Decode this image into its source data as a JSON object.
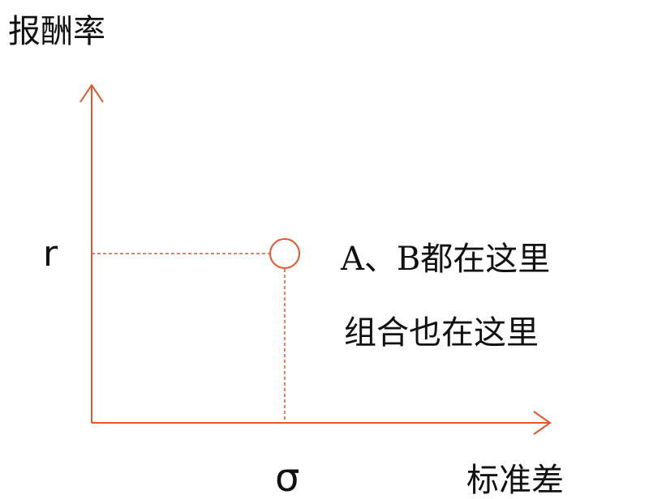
{
  "diagram": {
    "y_axis_label": "报酬率",
    "x_axis_label": "标准差",
    "y_marker": "r",
    "x_marker": "σ",
    "annotation_line1": "A、B都在这里",
    "annotation_line2": "组合也在这里",
    "colors": {
      "axis": "#e8542a",
      "point": "#e8542a",
      "text": "#111111"
    }
  }
}
